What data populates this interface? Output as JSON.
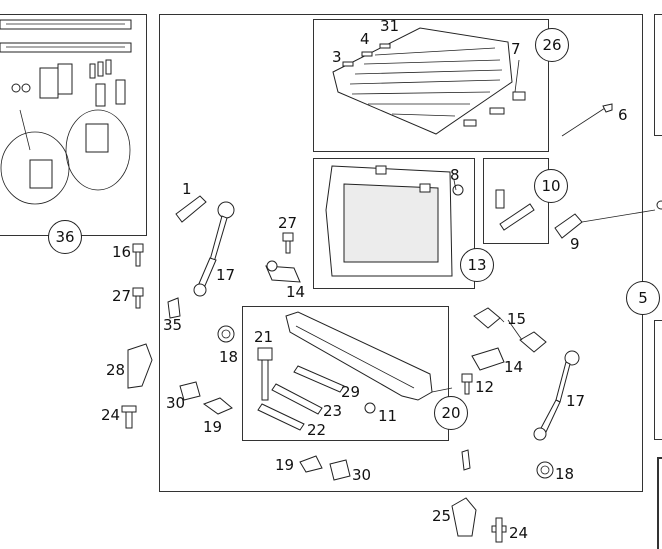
{
  "diagram": {
    "callouts": [
      {
        "id": "c1",
        "text": "1"
      },
      {
        "id": "c3",
        "text": "3"
      },
      {
        "id": "c4",
        "text": "4"
      },
      {
        "id": "c31",
        "text": "31"
      },
      {
        "id": "c7",
        "text": "7"
      },
      {
        "id": "c6",
        "text": "6"
      },
      {
        "id": "c8",
        "text": "8"
      },
      {
        "id": "c9",
        "text": "9"
      },
      {
        "id": "c11",
        "text": "11"
      },
      {
        "id": "c12",
        "text": "12"
      },
      {
        "id": "c14a",
        "text": "14"
      },
      {
        "id": "c14b",
        "text": "14"
      },
      {
        "id": "c15",
        "text": "15"
      },
      {
        "id": "c16",
        "text": "16"
      },
      {
        "id": "c17a",
        "text": "17"
      },
      {
        "id": "c17b",
        "text": "17"
      },
      {
        "id": "c18a",
        "text": "18"
      },
      {
        "id": "c18b",
        "text": "18"
      },
      {
        "id": "c19a",
        "text": "19"
      },
      {
        "id": "c19b",
        "text": "19"
      },
      {
        "id": "c21",
        "text": "21"
      },
      {
        "id": "c22",
        "text": "22"
      },
      {
        "id": "c23",
        "text": "23"
      },
      {
        "id": "c24a",
        "text": "24"
      },
      {
        "id": "c24b",
        "text": "24"
      },
      {
        "id": "c25",
        "text": "25"
      },
      {
        "id": "c27a",
        "text": "27"
      },
      {
        "id": "c27b",
        "text": "27"
      },
      {
        "id": "c28",
        "text": "28"
      },
      {
        "id": "c29",
        "text": "29"
      },
      {
        "id": "c30a",
        "text": "30"
      },
      {
        "id": "c30b",
        "text": "30"
      },
      {
        "id": "c35",
        "text": "35"
      }
    ],
    "groups": [
      {
        "id": "g26",
        "text": "26"
      },
      {
        "id": "g36",
        "text": "36"
      },
      {
        "id": "g10",
        "text": "10"
      },
      {
        "id": "g13",
        "text": "13"
      },
      {
        "id": "g20",
        "text": "20"
      },
      {
        "id": "g5",
        "text": "5"
      }
    ]
  }
}
